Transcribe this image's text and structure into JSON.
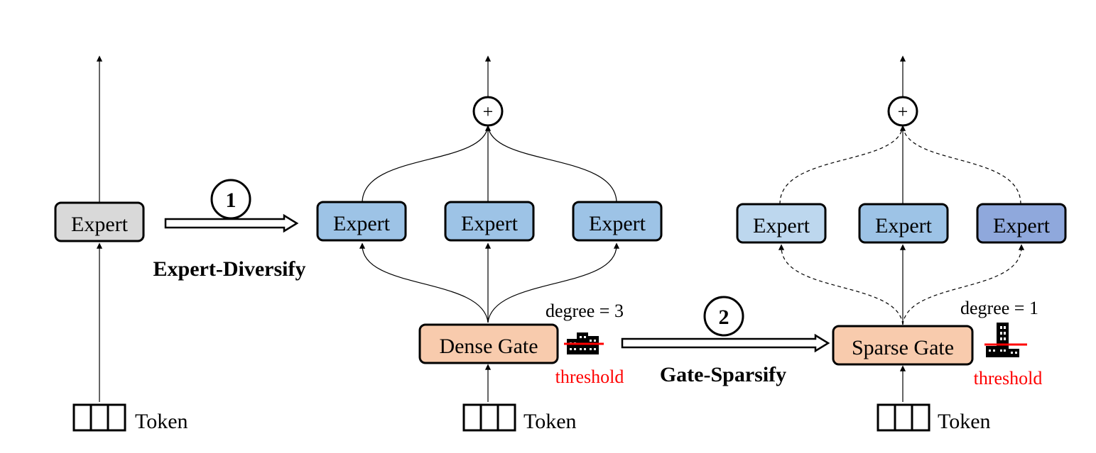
{
  "panels": {
    "left": {
      "expert_label": "Expert",
      "token_label": "Token"
    },
    "middle": {
      "experts": [
        "Expert",
        "Expert",
        "Expert"
      ],
      "gate_label": "Dense Gate",
      "degree_label": "degree = 3",
      "threshold_label": "threshold",
      "sum_symbol": "+",
      "token_label": "Token"
    },
    "right": {
      "experts": [
        "Expert",
        "Expert",
        "Expert"
      ],
      "gate_label": "Sparse Gate",
      "degree_label": "degree = 1",
      "threshold_label": "threshold",
      "sum_symbol": "+",
      "token_label": "Token"
    }
  },
  "steps": [
    {
      "number": "1",
      "label": "Expert-Diversify"
    },
    {
      "number": "2",
      "label": "Gate-Sparsify"
    }
  ],
  "colors": {
    "expert_gray": "#d9d9d9",
    "expert_blue": "#9dc3e6",
    "expert_light_blue": "#bdd7ee",
    "expert_purple_blue": "#8fa8dc",
    "gate_fill": "#f8cbad",
    "threshold_red": "#ff0000"
  }
}
